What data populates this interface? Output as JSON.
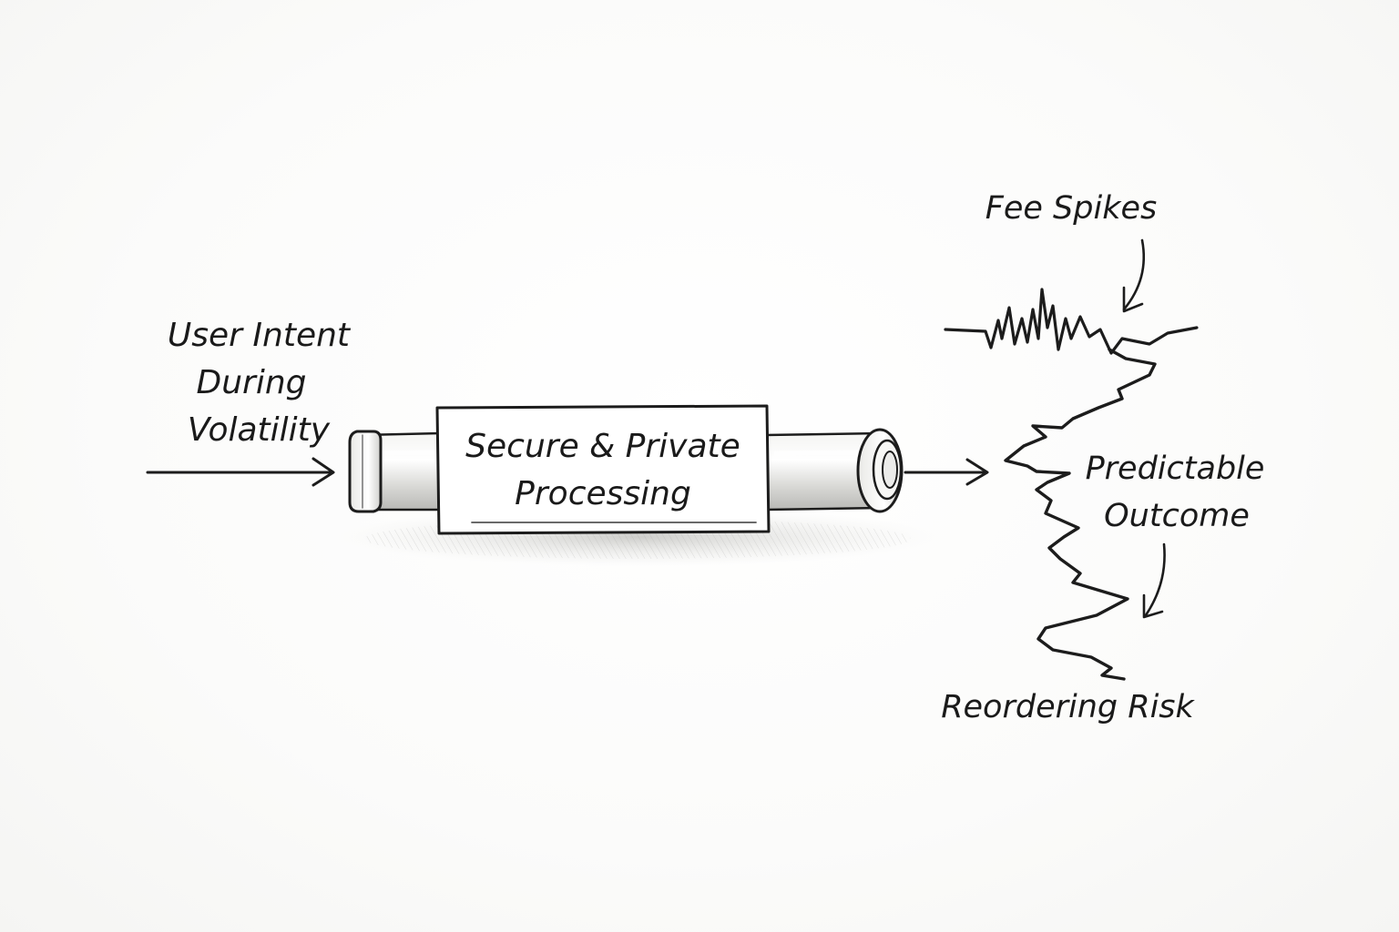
{
  "diagram": {
    "input_label": [
      "User Intent",
      "During",
      "Volatility"
    ],
    "process_label": [
      "Secure & Private",
      "Processing"
    ],
    "top_label": "Fee Spikes",
    "output_label": [
      "Predictable",
      "Outcome"
    ],
    "bottom_label": "Reordering Risk"
  },
  "colors": {
    "ink": "#1c1c1c",
    "paper": "#fbfbfa",
    "shadow": "#d9d9d6",
    "pipe_light": "#f2f2f0",
    "pipe_mid": "#cfcfcc"
  }
}
